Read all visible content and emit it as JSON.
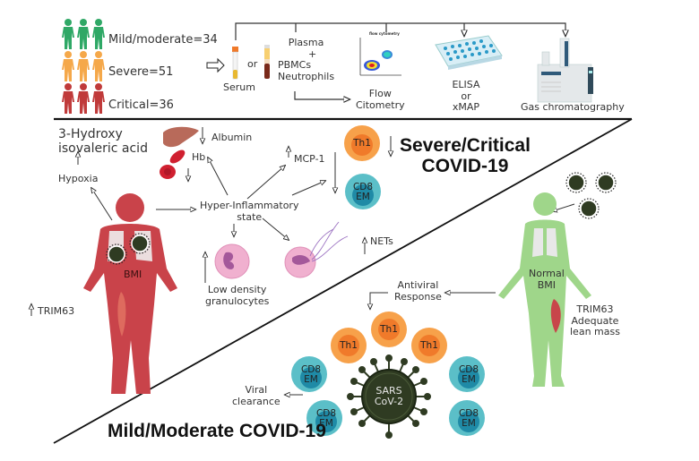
{
  "cohorts": [
    {
      "label": "Mild/moderate=34",
      "color": "#2fa866"
    },
    {
      "label": "Severe=51",
      "color": "#f5a84a"
    },
    {
      "label": "Critical=36",
      "color": "#c03a3a"
    }
  ],
  "samples": {
    "serum": "Serum",
    "or": "or",
    "plasma_lines": [
      "Plasma",
      "+",
      "PBMCs",
      "Neutrophils"
    ]
  },
  "assays": {
    "flow": [
      "Flow",
      "Citometry"
    ],
    "flow_plot_title": "flow cytometry",
    "elisa": [
      "ELISA",
      "or",
      "xMAP"
    ],
    "gc": "Gas chromatography"
  },
  "severe_section": {
    "title_lines": [
      "Severe/Critical",
      "COVID-19"
    ],
    "metabolite": [
      "3-Hydroxy",
      "isovaleric acid"
    ],
    "hypoxia": "Hypoxia",
    "albumin": "Albumin",
    "hb": "Hb",
    "mcp1": "MCP-1",
    "hyper_inflammatory": [
      "Hyper-Inflammatory",
      "state"
    ],
    "nets": "NETs",
    "ldg": [
      "Low density",
      "granulocytes"
    ],
    "bmi": "BMI",
    "trim63": "TRIM63",
    "th1": "Th1",
    "cd8": [
      "CD8",
      "EM"
    ]
  },
  "mild_section": {
    "title": "Mild/Moderate COVID-19",
    "antiviral": [
      "Antiviral",
      "Response"
    ],
    "normal_bmi": [
      "Normal",
      "BMI"
    ],
    "trim63": [
      "TRIM63",
      "Adequate",
      "lean mass"
    ],
    "viral_clearance": [
      "Viral",
      "clearance"
    ],
    "virus": [
      "SARS",
      "CoV-2"
    ],
    "th1": "Th1",
    "cd8": [
      "CD8",
      "EM"
    ]
  },
  "colors": {
    "severe_body": "#c9434a",
    "mild_body": "#9fd68a",
    "th1_outer": "#f7a14a",
    "th1_inner": "#f07a2a",
    "cd8_outer": "#5bbfc8",
    "cd8_inner": "#1f8aa6",
    "virus": "#2f3b22",
    "neutrophil": "#f0b0cf",
    "nucleus": "#a4589a"
  }
}
